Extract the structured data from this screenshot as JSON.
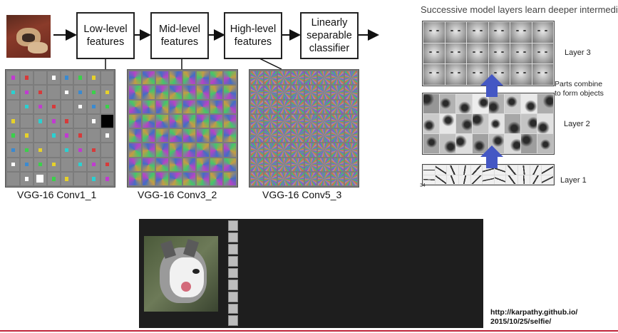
{
  "flow": {
    "boxes": [
      "Low-level\nfeatures",
      "Mid-level\nfeatures",
      "High-level\nfeatures",
      "Linearly\nseparable\nclassifier"
    ]
  },
  "captions": [
    "VGG-16 Conv1_1",
    "VGG-16 Conv3_2",
    "VGG-16 Conv5_3"
  ],
  "right_panel": {
    "heading": "Successive model layers learn deeper intermediate representations",
    "layer3": "Layer 3",
    "parts_combine": "Parts combine\nto form objects",
    "layer2": "Layer 2",
    "layer1": "Layer 1",
    "slide_num": "34"
  },
  "credit": {
    "line1": "http://karpathy.github.io/",
    "line2": "2015/10/25/selfie/"
  },
  "colors": {
    "accent_line": "#c0243a",
    "arrow_blue": "#4457c4",
    "dark_panel": "#1e1e1e"
  }
}
